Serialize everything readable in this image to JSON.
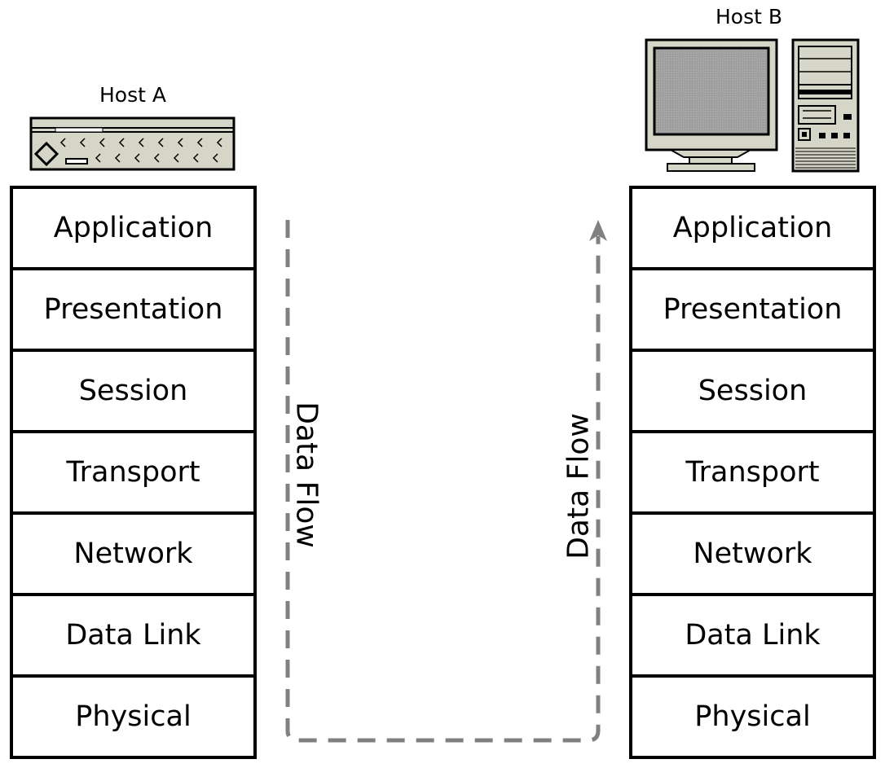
{
  "hosts": {
    "a": {
      "label": "Host A",
      "icon": "router-device-icon"
    },
    "b": {
      "label": "Host B",
      "icon": "desktop-computer-icon"
    }
  },
  "layers": [
    "Application",
    "Presentation",
    "Session",
    "Transport",
    "Network",
    "Data Link",
    "Physical"
  ],
  "flow": {
    "down_label": "Data Flow",
    "up_label": "Data Flow",
    "color": "#808080"
  },
  "colors": {
    "device_fill": "#d6d6c8",
    "screen_fill": "#a4a4a4",
    "stroke": "#000000"
  }
}
